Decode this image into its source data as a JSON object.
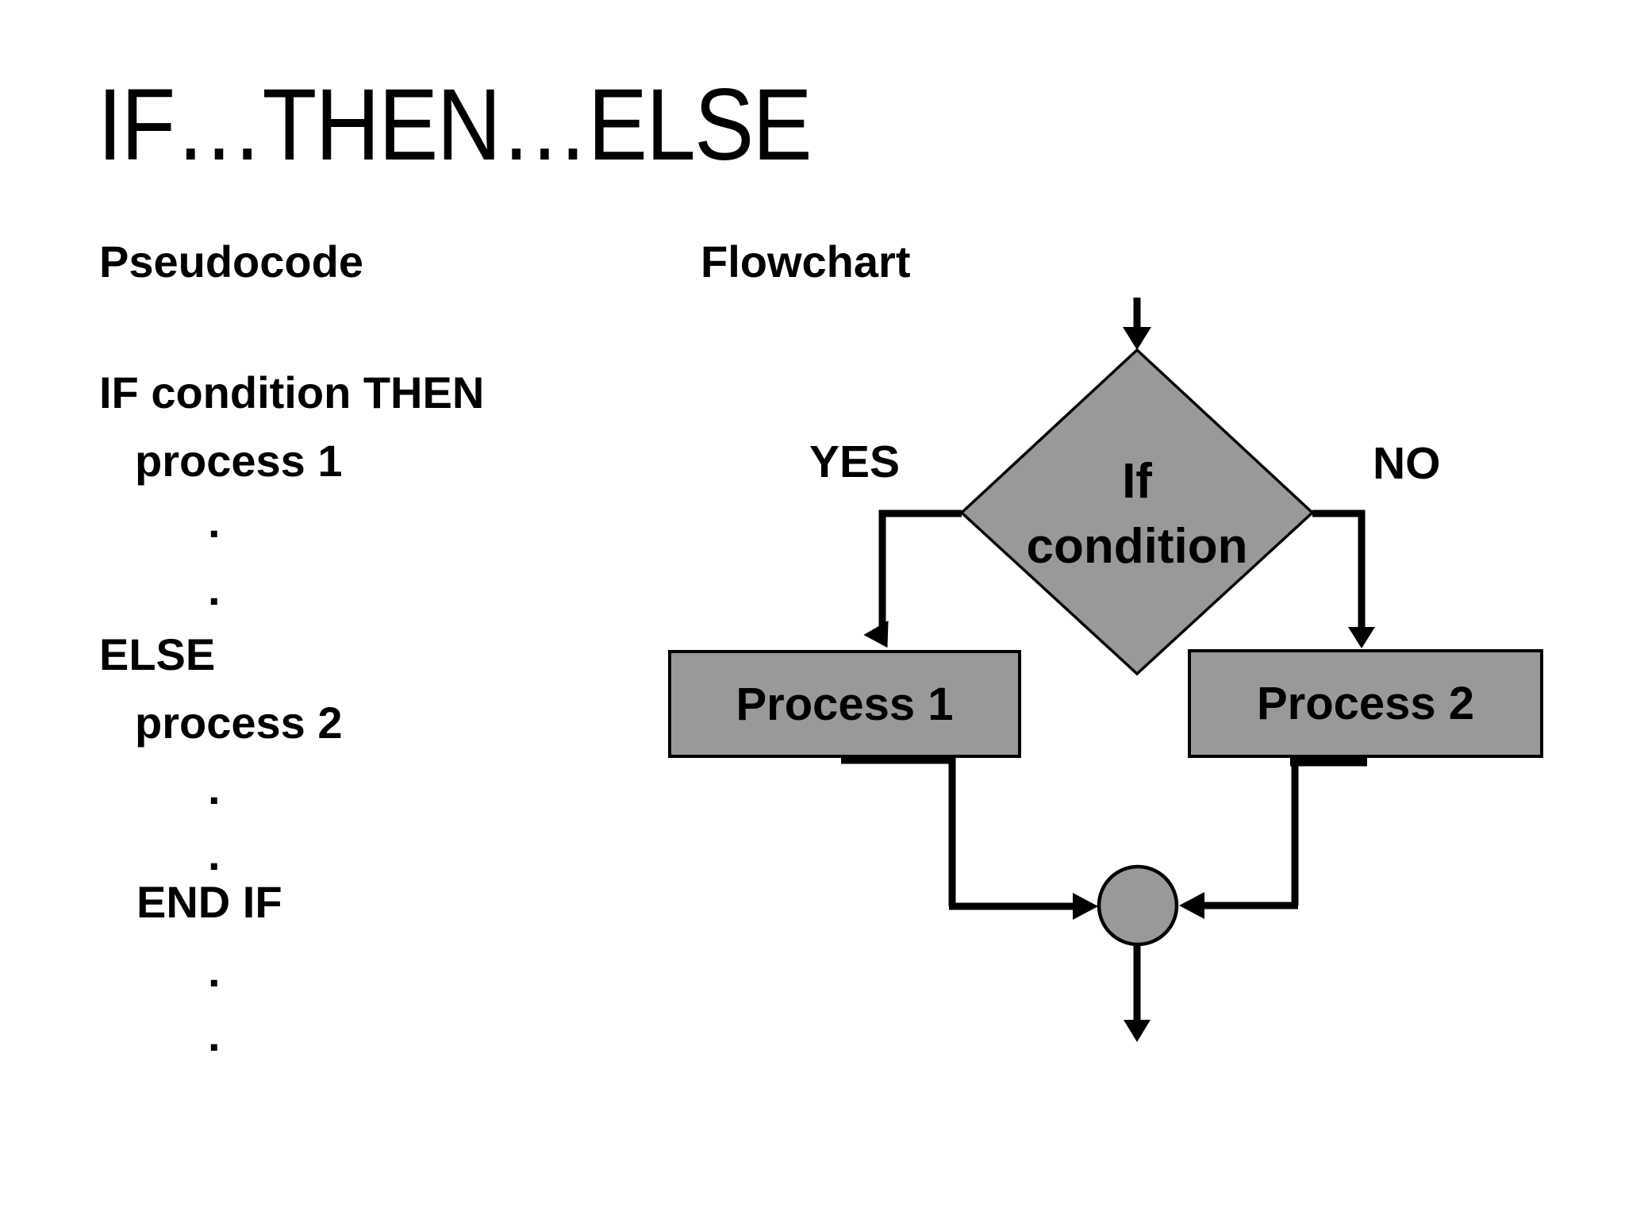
{
  "slide": {
    "title": "IF…THEN…ELSE"
  },
  "pseudocode": {
    "heading": "Pseudocode",
    "lines": [
      {
        "text": "IF condition THEN"
      },
      {
        "text": "process 1"
      },
      {
        "text": "."
      },
      {
        "text": "."
      },
      {
        "text": "ELSE"
      },
      {
        "text": "process 2"
      },
      {
        "text": "."
      },
      {
        "text": "."
      },
      {
        "text": "END IF"
      },
      {
        "text": "."
      },
      {
        "text": "."
      }
    ]
  },
  "flowchart": {
    "heading": "Flowchart",
    "branch_yes": "YES",
    "branch_no": "NO",
    "decision": {
      "line1": "If",
      "line2": "condition"
    },
    "process1": "Process 1",
    "process2": "Process 2"
  },
  "colors": {
    "background": "#ffffff",
    "shape_fill": "#999999",
    "line": "#000000",
    "text": "#000000"
  }
}
